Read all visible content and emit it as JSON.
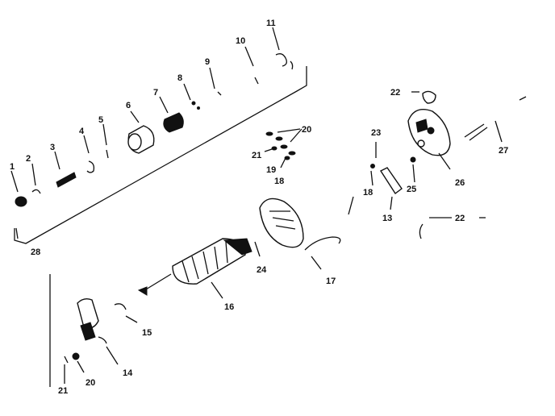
{
  "labels": {
    "l1": "1",
    "l2": "2",
    "l3": "3",
    "l4": "4",
    "l5": "5",
    "l6": "6",
    "l7": "7",
    "l8": "8",
    "l9": "9",
    "l10": "10",
    "l11": "11",
    "l13": "13",
    "l14": "14",
    "l15": "15",
    "l16": "16",
    "l17": "17",
    "l18a": "18",
    "l18b": "18",
    "l19": "19",
    "l20a": "20",
    "l20b": "20",
    "l21a": "21",
    "l21b": "21",
    "l22a": "22",
    "l22b": "22",
    "l23": "23",
    "l24": "24",
    "l25": "25",
    "l26": "26",
    "l27": "27",
    "l28": "28"
  }
}
